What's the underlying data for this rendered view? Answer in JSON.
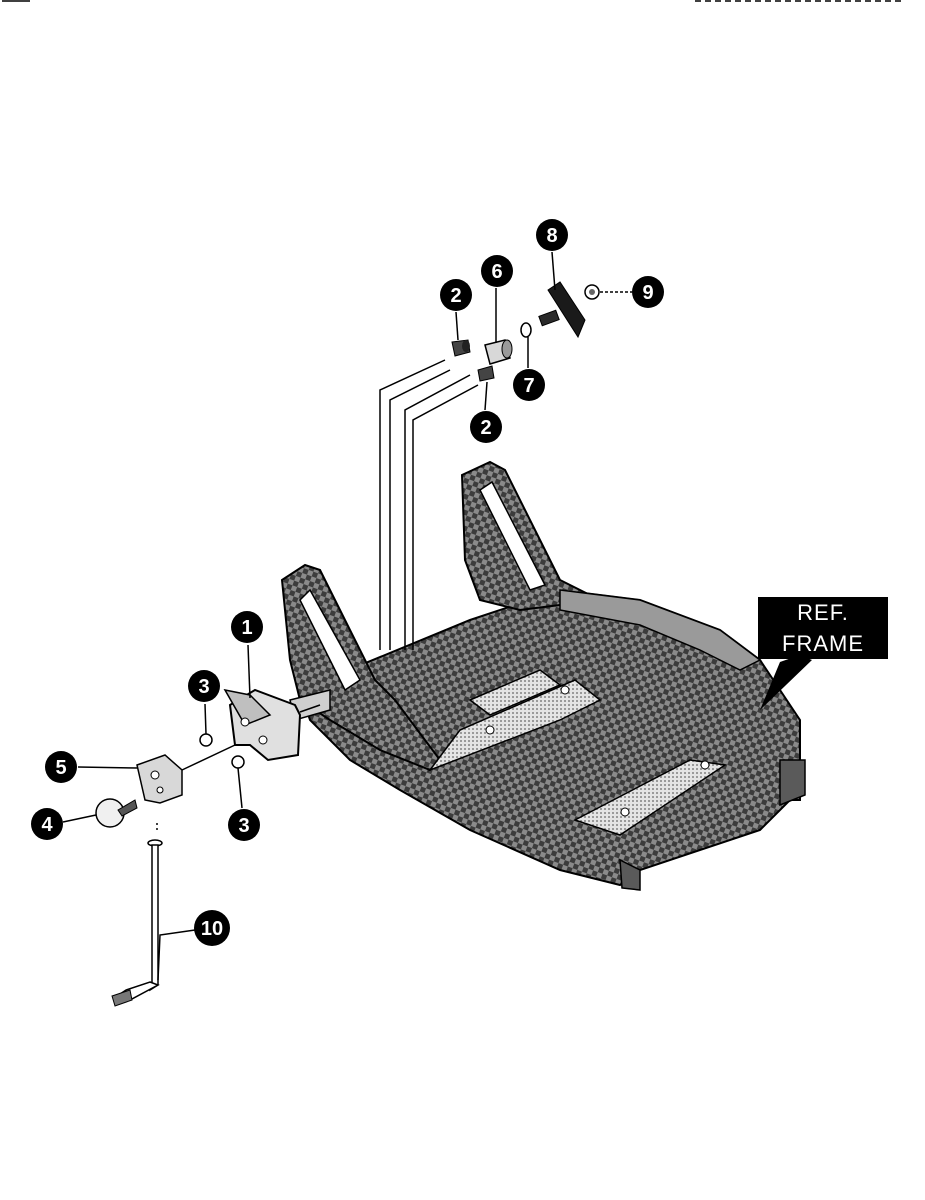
{
  "callouts": {
    "c1": "1",
    "c2a": "2",
    "c2b": "2",
    "c3a": "3",
    "c3b": "3",
    "c4": "4",
    "c5": "5",
    "c6": "6",
    "c7": "7",
    "c8": "8",
    "c9": "9",
    "c10": "10"
  },
  "ref_label": {
    "line1": "REF.",
    "line2": "FRAME"
  },
  "colors": {
    "ink": "#000000",
    "paper": "#ffffff",
    "frame_fill": "#6e6e6e",
    "frame_light": "#bdbdbd"
  }
}
